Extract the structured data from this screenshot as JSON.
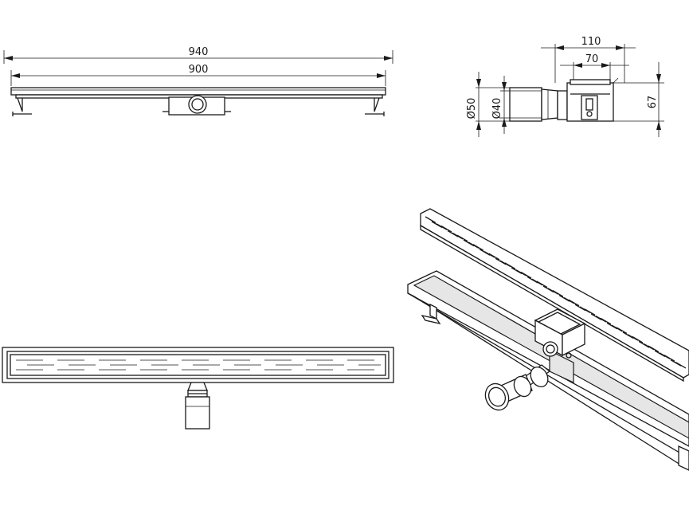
{
  "dimensions": {
    "overall_length": "940",
    "grate_length": "900",
    "outer_width": "110",
    "inner_width": "70",
    "outlet_outer_dia": "Ø50",
    "outlet_inner_dia": "Ø40",
    "height": "67"
  },
  "icons": {
    "front_view": "drain-front-view-icon",
    "side_view": "drain-side-section-icon",
    "top_view": "drain-top-view-icon",
    "iso_view": "drain-isometric-view-icon"
  }
}
